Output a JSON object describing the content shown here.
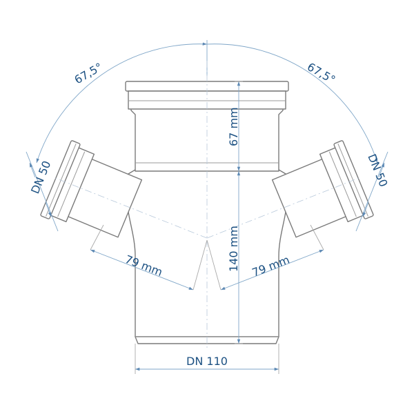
{
  "labels": {
    "angle_left": "67,5°",
    "angle_right": "67,5°",
    "socket_height": "67 mm",
    "branch_height": "140 mm",
    "branch_left_length": "79 mm",
    "branch_right_length": "79 mm",
    "branch_left_diameter": "DN 50",
    "branch_right_diameter": "DN 50",
    "main_diameter": "DN 110"
  },
  "colors": {
    "dimension": "#1b5082",
    "outline": "#7a7a7a"
  }
}
